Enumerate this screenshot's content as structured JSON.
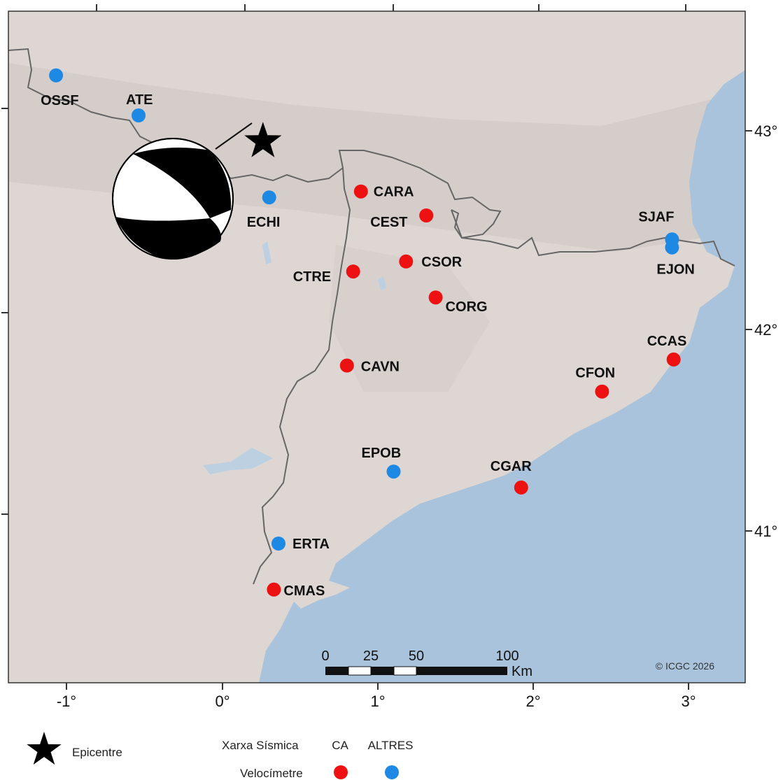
{
  "map": {
    "lon_labels": [
      "-1°",
      "0°",
      "1°",
      "2°",
      "3°"
    ],
    "lat_labels": [
      "43°",
      "42°",
      "41°"
    ],
    "credit": "© ICGC 2026",
    "colors": {
      "land": "#ddd6d2",
      "sea": "#aac3dc",
      "border": "#666666",
      "ca_station": "#ee1111",
      "other_station": "#1e88e5"
    }
  },
  "stations": [
    {
      "code": "OSSF",
      "network": "ALTRES",
      "lon": -1.07,
      "lat": 43.27
    },
    {
      "code": "ATE",
      "network": "ALTRES",
      "lon": -0.54,
      "lat": 43.07
    },
    {
      "code": "ECHI",
      "network": "ALTRES",
      "lon": 0.3,
      "lat": 42.66
    },
    {
      "code": "CARA",
      "network": "CA",
      "lon": 0.89,
      "lat": 42.69
    },
    {
      "code": "CEST",
      "network": "CA",
      "lon": 1.31,
      "lat": 42.57
    },
    {
      "code": "CTRE",
      "network": "CA",
      "lon": 0.84,
      "lat": 42.29
    },
    {
      "code": "CSOR",
      "network": "CA",
      "lon": 1.18,
      "lat": 42.34
    },
    {
      "code": "CORG",
      "network": "CA",
      "lon": 1.37,
      "lat": 42.16
    },
    {
      "code": "SJAF",
      "network": "ALTRES",
      "lon": 2.89,
      "lat": 42.45
    },
    {
      "code": "EJON",
      "network": "ALTRES",
      "lon": 2.89,
      "lat": 42.41
    },
    {
      "code": "CAVN",
      "network": "CA",
      "lon": 0.8,
      "lat": 41.82
    },
    {
      "code": "CCAS",
      "network": "CA",
      "lon": 2.9,
      "lat": 41.85
    },
    {
      "code": "CFON",
      "network": "CA",
      "lon": 2.44,
      "lat": 41.69
    },
    {
      "code": "EPOB",
      "network": "ALTRES",
      "lon": 1.1,
      "lat": 41.29
    },
    {
      "code": "CGAR",
      "network": "CA",
      "lon": 1.92,
      "lat": 41.21
    },
    {
      "code": "ERTA",
      "network": "ALTRES",
      "lon": 0.36,
      "lat": 40.93
    },
    {
      "code": "CMAS",
      "network": "CA",
      "lon": 0.33,
      "lat": 40.7
    }
  ],
  "epicentre": {
    "lon": 0.26,
    "lat": 42.94
  },
  "scale_bar": {
    "labels": [
      "0",
      "25",
      "50",
      "100"
    ],
    "unit": "Km"
  },
  "legend": {
    "epicentre_label": "Epicentre",
    "network_title": "Xarxa Sísmica",
    "col_ca": "CA",
    "col_altres": "ALTRES",
    "row_label": "Velocímetre"
  }
}
